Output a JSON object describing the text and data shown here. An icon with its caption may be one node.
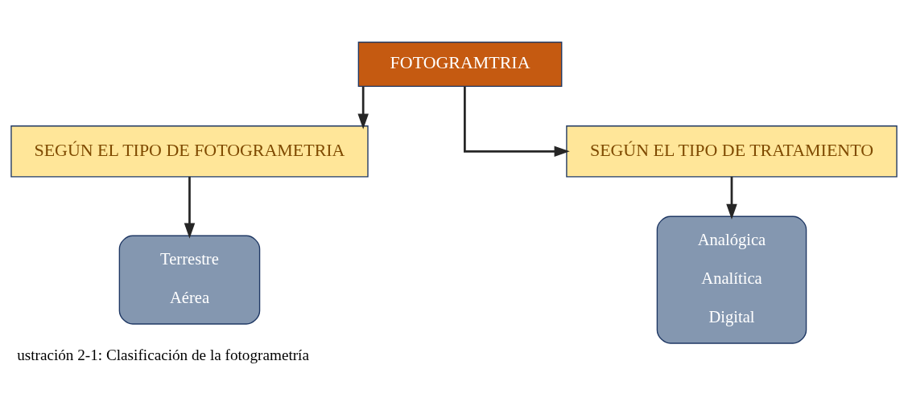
{
  "diagram": {
    "caption": "ustración 2-1: Clasificación de la fotogrametría",
    "nodes": [
      {
        "text": [
          "FOTOGRAMTRIA"
        ]
      },
      {
        "text": [
          "SEGÚN EL TIPO DE FOTOGRAMETRIA"
        ]
      },
      {
        "text": [
          "Terrestre",
          "Aérea"
        ]
      },
      {
        "text": [
          "SEGÚN EL TIPO DE TRATAMIENTO"
        ]
      },
      {
        "text": [
          "Analógica",
          "Analítica",
          "Digital"
        ]
      }
    ],
    "edges": [
      {
        "from": 0,
        "to": 1,
        "arrow": "to"
      },
      {
        "from": 0,
        "to": 3,
        "arrow": "to"
      },
      {
        "from": 1,
        "to": 2,
        "arrow": "to"
      },
      {
        "from": 3,
        "to": 4,
        "arrow": "to"
      }
    ]
  }
}
